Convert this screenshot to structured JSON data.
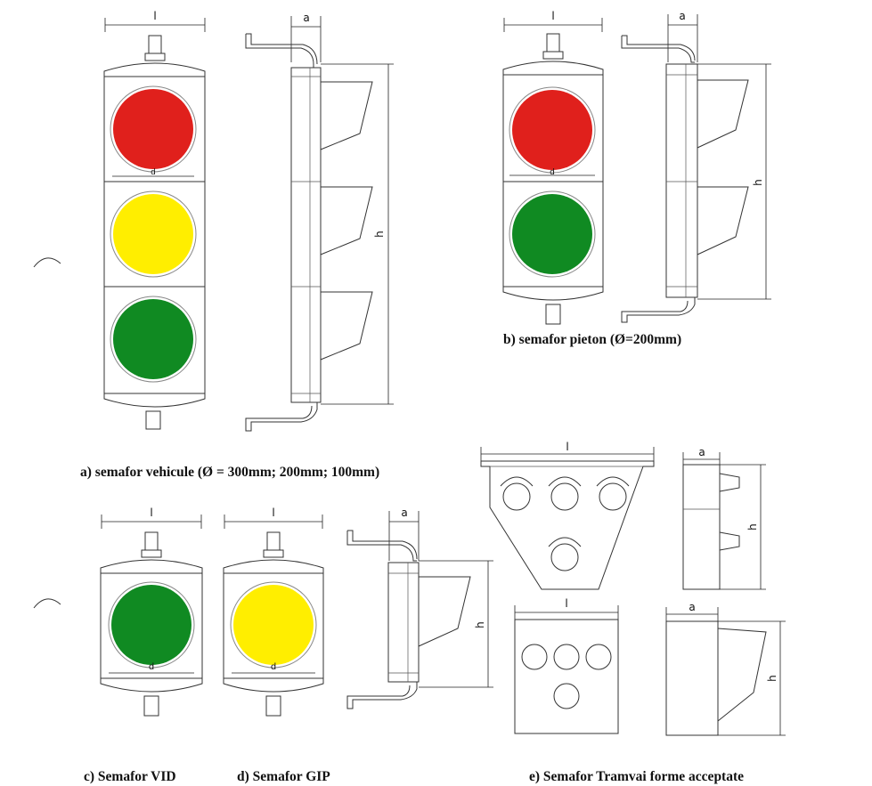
{
  "captions": {
    "a": "a) semafor vehicule (Ø = 300mm; 200mm; 100mm)",
    "b": "b) semafor pieton (Ø=200mm)",
    "c": "c) Semafor VID",
    "d": "d) Semafor GIP",
    "e": "e) Semafor Tramvai forme acceptate"
  },
  "dimension_labels": {
    "width": "l",
    "depth": "a",
    "height": "h",
    "diameter": "d"
  },
  "colors": {
    "red": "#e0201c",
    "yellow": "#ffee00",
    "green": "#108a22",
    "line": "#333333"
  }
}
